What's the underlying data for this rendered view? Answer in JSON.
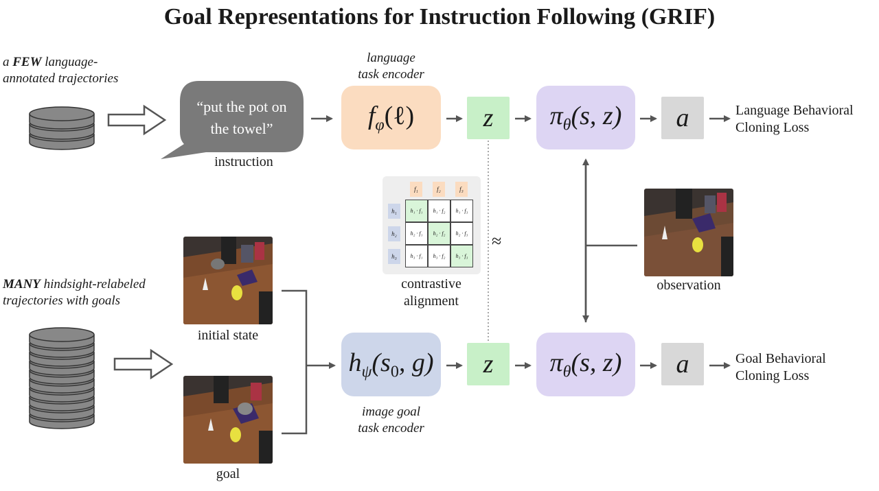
{
  "title": "Goal Representations for Instruction Following (GRIF)",
  "top_left": {
    "prefix": "a ",
    "emph": "FEW",
    "rest": " language-",
    "line2": "annotated trajectories"
  },
  "bottom_left": {
    "emph": "MANY",
    "rest": " hindsight-relabeled",
    "line2": "trajectories with goals"
  },
  "bubble": {
    "line1": "“put the pot on",
    "line2": "the towel”"
  },
  "instruction_label": "instruction",
  "lang_encoder_caption": {
    "line1": "language",
    "line2": "task encoder"
  },
  "lang_encoder_formula": {
    "f": "f",
    "sub": "φ",
    "arg": "(ℓ)"
  },
  "image_encoder_caption": {
    "line1": "image goal",
    "line2": "task encoder"
  },
  "image_encoder_formula": {
    "h": "h",
    "sub": "ψ",
    "open": "(s",
    "sub0": "0",
    "rest": ", g)"
  },
  "z_label": "z",
  "policy_formula": {
    "pi": "π",
    "sub": "θ",
    "arg": "(s, z)"
  },
  "action_label": "a",
  "approx_symbol": "≈",
  "lang_loss": {
    "line1": "Language Behavioral",
    "line2": "Cloning Loss"
  },
  "goal_loss": {
    "line1": "Goal Behavioral",
    "line2": "Cloning  Loss"
  },
  "observation_label": "observation",
  "initial_state_label": "initial state",
  "goal_label": "goal",
  "contrastive_label": {
    "line1": "contrastive",
    "line2": "alignment"
  },
  "matrix": {
    "col_labels": [
      "f₁",
      "f₂",
      "f₃"
    ],
    "row_labels": [
      "h₁",
      "h₂",
      "h₃"
    ],
    "cells": [
      [
        "h₁ · f₁",
        "h₁ · f₂",
        "h₁ · f₃"
      ],
      [
        "h₂ · f₁",
        "h₂ · f₂",
        "h₂ · f₃"
      ],
      [
        "h₃ · f₁",
        "h₃ · f₂",
        "h₃ · f₃"
      ]
    ]
  },
  "colors": {
    "orange": "#fbdcc0",
    "blue": "#cdd6ea",
    "purple": "#ddd5f3",
    "green": "#c8f0c8",
    "gray": "#d8d8d8",
    "bubble": "#7a7a7a",
    "arrow": "#555555"
  }
}
